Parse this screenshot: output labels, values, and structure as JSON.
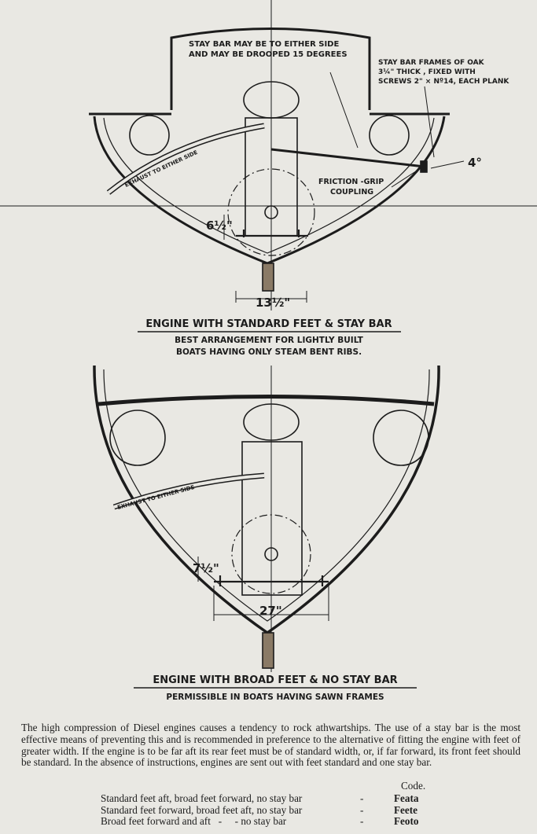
{
  "figure_top": {
    "note_stay_bar": [
      "STAY BAR MAY BE TO EITHER SIDE",
      "AND MAY BE DROOPED 15 DEGREES"
    ],
    "note_frames": [
      "STAY BAR FRAMES OF OAK",
      "3¼\" THICK , FIXED WITH",
      "SCREWS 2\" × Nº14, EACH PLANK"
    ],
    "note_coupling": [
      "FRICTION -GRIP",
      "COUPLING"
    ],
    "exhaust_label": "EXHAUST TO EITHER SIDE",
    "dim_height": "6½\"",
    "dim_width": "13½\"",
    "dim_angle": "4°",
    "caption": "ENGINE WITH STANDARD FEET & STAY BAR",
    "subcaption": [
      "BEST ARRANGEMENT FOR LIGHTLY BUILT",
      "BOATS HAVING ONLY STEAM BENT RIBS."
    ]
  },
  "figure_bottom": {
    "exhaust_label": "EXHAUST TO EITHER SIDE",
    "dim_height": "7½\"",
    "dim_width": "27\"",
    "caption": "ENGINE WITH BROAD FEET & NO STAY BAR",
    "subcaption": "PERMISSIBLE IN BOATS HAVING SAWN FRAMES"
  },
  "paragraph": "The high compression of Diesel engines causes a tendency to rock athwartships. The use of a stay bar is the most effective means of preventing this and is recommended in preference to the alternative of fitting the engine with feet of greater width. If the engine is to be far aft its rear feet must be of standard width, or, if far forward, its front feet should be standard. In the absence of instructions, engines are sent out with feet standard and one stay bar.",
  "code_table": {
    "header": "Code.",
    "rows": [
      {
        "desc": "Standard feet aft, broad feet forward, no stay bar",
        "dash": "-",
        "code": "Feata"
      },
      {
        "desc": "Standard feet forward, broad feet aft, no stay bar",
        "dash": "-",
        "code": "Feete"
      },
      {
        "desc": "Broad feet forward and aft   -     - no stay bar",
        "dash": "-",
        "code": "Feoto"
      }
    ]
  }
}
